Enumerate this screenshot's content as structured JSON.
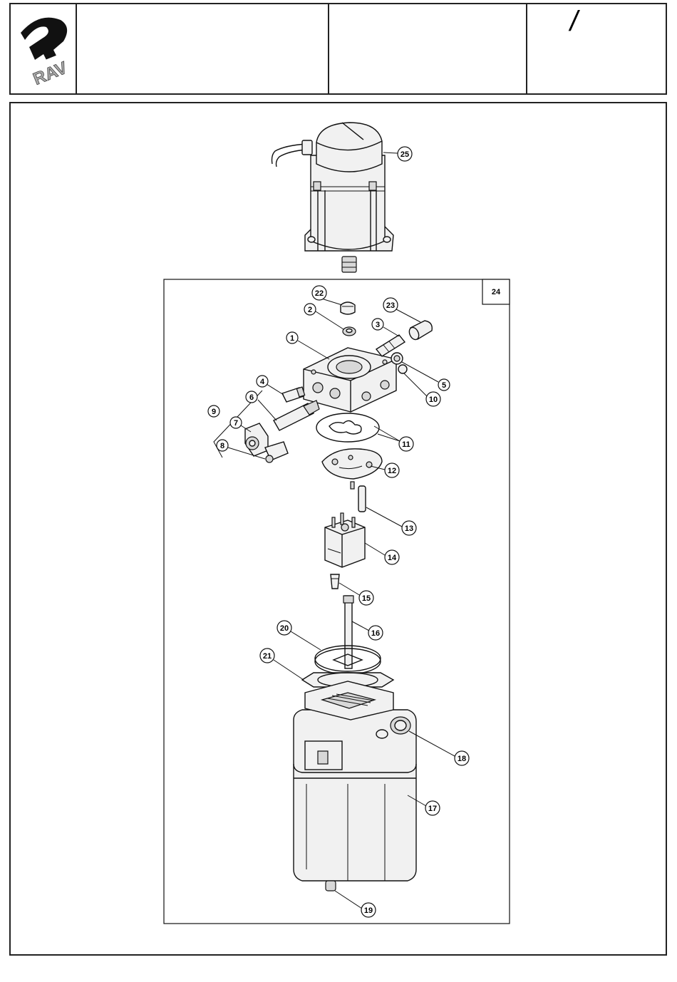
{
  "header": {
    "logo_text": "RAV",
    "cell_slash": "/"
  },
  "diagram": {
    "box_label": "24",
    "callouts": [
      "1",
      "2",
      "3",
      "4",
      "5",
      "6",
      "7",
      "8",
      "9",
      "10",
      "11",
      "12",
      "13",
      "14",
      "15",
      "16",
      "17",
      "18",
      "19",
      "20",
      "21",
      "22",
      "23",
      "25"
    ]
  }
}
